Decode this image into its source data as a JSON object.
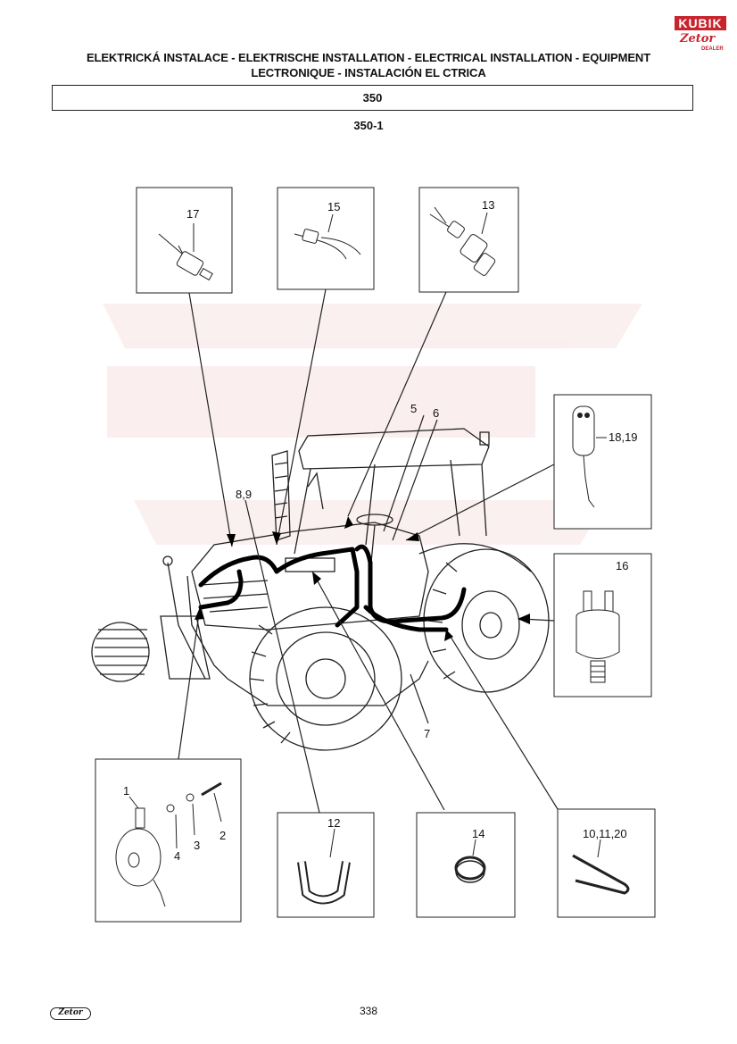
{
  "header": {
    "title_line1": "ELEKTRICKÁ INSTALACE - ELEKTRISCHE INSTALLATION - ELECTRICAL INSTALLATION - EQUIPMENT",
    "title_line2": "LECTRONIQUE - INSTALACIÓN EL  CTRICA",
    "section": "350",
    "subsection": "350-1"
  },
  "brand": {
    "name": "KUBIK",
    "sub": "Zetor",
    "tag": "DEALER",
    "color": "#c8242d"
  },
  "callouts": {
    "c17": "17",
    "c15": "15",
    "c13": "13",
    "c5": "5",
    "c6": "6",
    "c1819": "18,19",
    "c89": "8,9",
    "c16": "16",
    "c7": "7",
    "c1": "1",
    "c2": "2",
    "c3": "3",
    "c4": "4",
    "c12": "12",
    "c14": "14",
    "c101120": "10,11,20"
  },
  "footer": {
    "page_number": "338",
    "logo": "Zetor"
  }
}
